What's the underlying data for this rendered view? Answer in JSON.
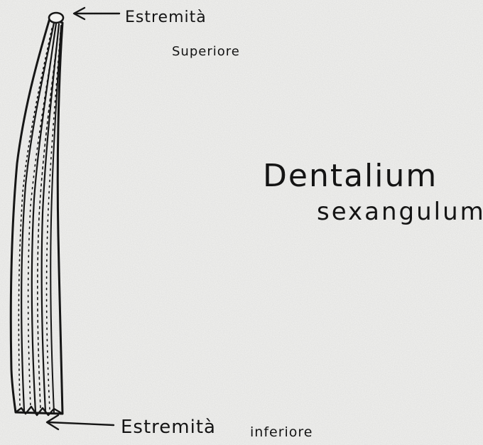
{
  "labels": {
    "top_line1": "Estremità",
    "top_line2": "Superiore",
    "bottom_line1": "Estremità",
    "bottom_line2": "inferiore"
  },
  "title": {
    "genus": "Dentalium",
    "species": "sexangulum"
  },
  "colors": {
    "paper": "#f3f3f1",
    "ink": "#141414"
  }
}
